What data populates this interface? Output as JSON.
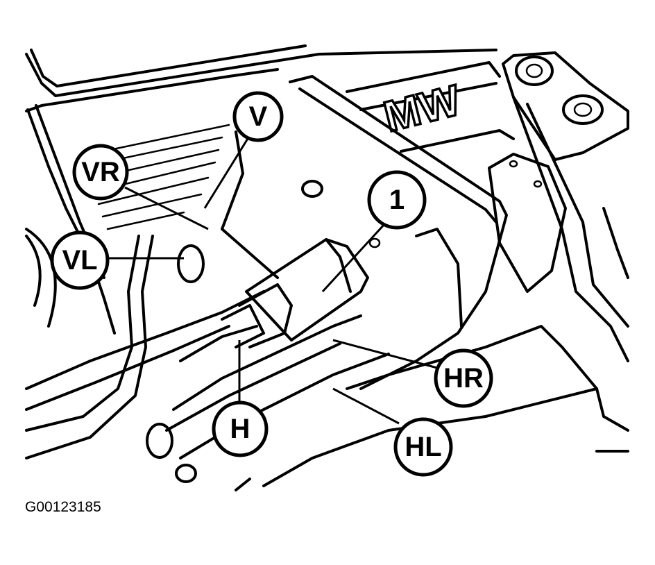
{
  "figure": {
    "caption_id": "G00123185",
    "brand_lettering": "MW",
    "subject": "ABS hydraulic unit brake line connections",
    "colors": {
      "line": "#000000",
      "background": "#ffffff"
    }
  },
  "callouts": [
    {
      "id": "V",
      "label": "V"
    },
    {
      "id": "VR",
      "label": "VR"
    },
    {
      "id": "VL",
      "label": "VL"
    },
    {
      "id": "1",
      "label": "1"
    },
    {
      "id": "H",
      "label": "H"
    },
    {
      "id": "HR",
      "label": "HR"
    },
    {
      "id": "HL",
      "label": "HL"
    }
  ]
}
